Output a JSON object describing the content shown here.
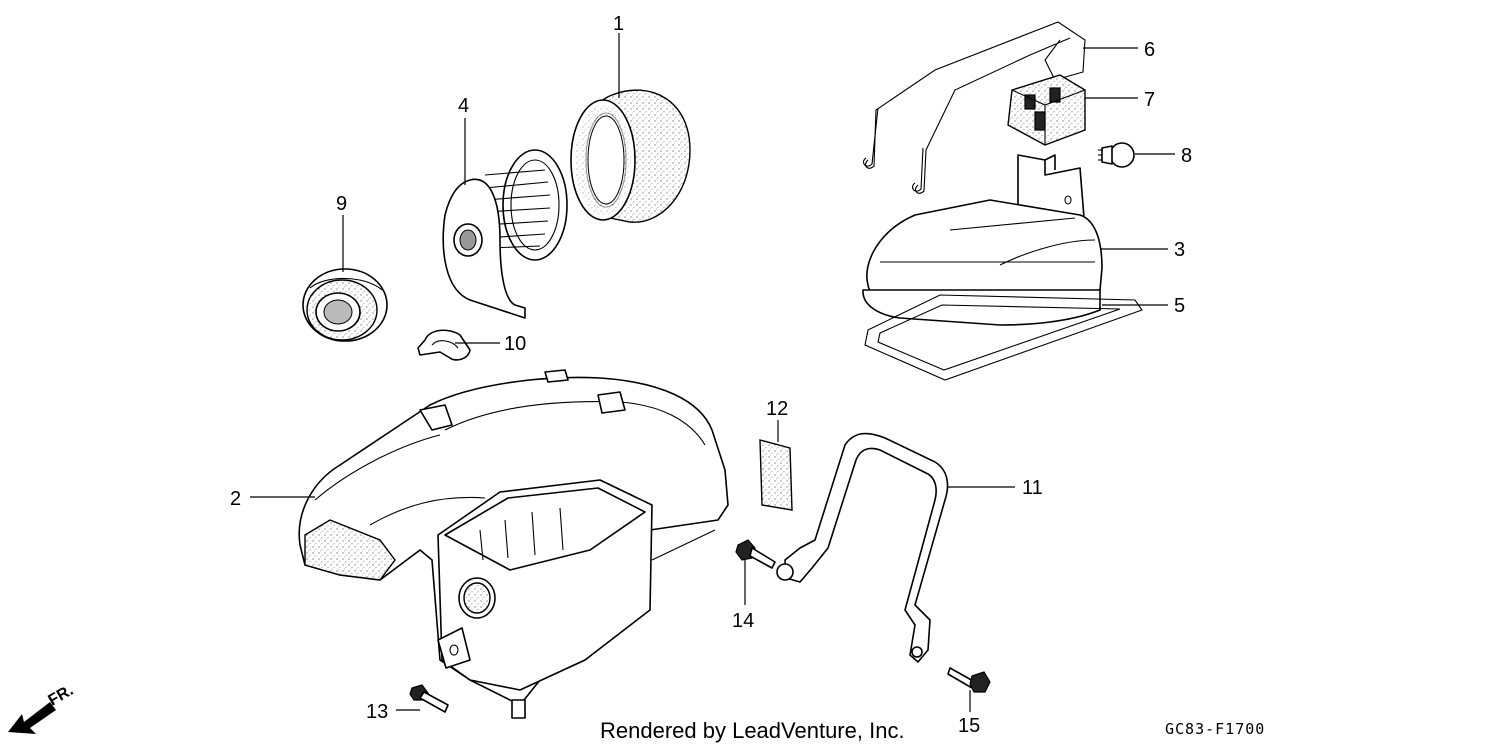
{
  "callouts": {
    "c1": "1",
    "c2": "2",
    "c3": "3",
    "c4": "4",
    "c5": "5",
    "c6": "6",
    "c7": "7",
    "c8": "8",
    "c9": "9",
    "c10": "10",
    "c11": "11",
    "c12": "12",
    "c13": "13",
    "c14": "14",
    "c15": "15"
  },
  "direction_label": "FR.",
  "footer": {
    "rendered_by": "Rendered by LeadVenture, Inc.",
    "diagram_code": "GC83-F1700"
  }
}
